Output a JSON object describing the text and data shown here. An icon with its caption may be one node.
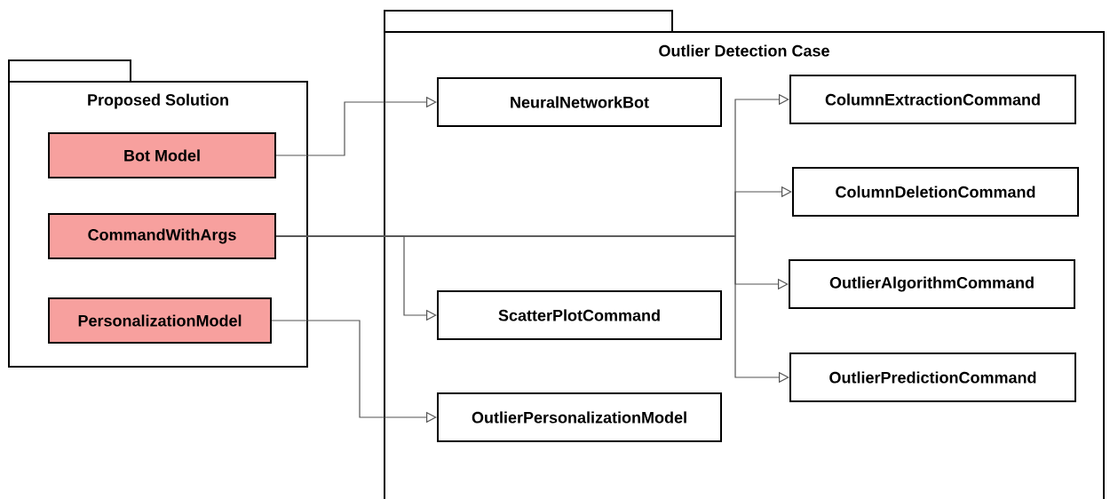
{
  "diagram": {
    "nodes": [
      {
        "text": [
          "Proposed Solution"
        ]
      },
      {
        "text": [
          "Bot Model"
        ],
        "in": 0
      },
      {
        "text": [
          "CommandWithArgs"
        ],
        "in": 0
      },
      {
        "text": [
          "PersonalizationModel"
        ],
        "in": 0
      },
      {
        "text": [
          "Outlier Detection Case"
        ]
      },
      {
        "text": [
          "NeuralNetworkBot"
        ],
        "in": 4
      },
      {
        "text": [
          "ColumnExtractionCommand"
        ],
        "in": 4
      },
      {
        "text": [
          "ColumnDeletionCommand"
        ],
        "in": 4
      },
      {
        "text": [
          "OutlierAlgorithmCommand"
        ],
        "in": 4
      },
      {
        "text": [
          "ScatterPlotCommand"
        ],
        "in": 4
      },
      {
        "text": [
          "OutlierPredictionCommand"
        ],
        "in": 4
      },
      {
        "text": [
          "OutlierPersonalizationModel"
        ],
        "in": 4
      }
    ],
    "edges": [
      {
        "from": 1,
        "to": 5,
        "arrow": "to"
      },
      {
        "from": 2,
        "to": 6,
        "arrow": "to"
      },
      {
        "from": 2,
        "to": 7,
        "arrow": "to"
      },
      {
        "from": 2,
        "to": 8,
        "arrow": "to"
      },
      {
        "from": 2,
        "to": 9,
        "arrow": "to"
      },
      {
        "from": 2,
        "to": 10,
        "arrow": "to"
      },
      {
        "from": 3,
        "to": 11,
        "arrow": "to"
      }
    ]
  }
}
